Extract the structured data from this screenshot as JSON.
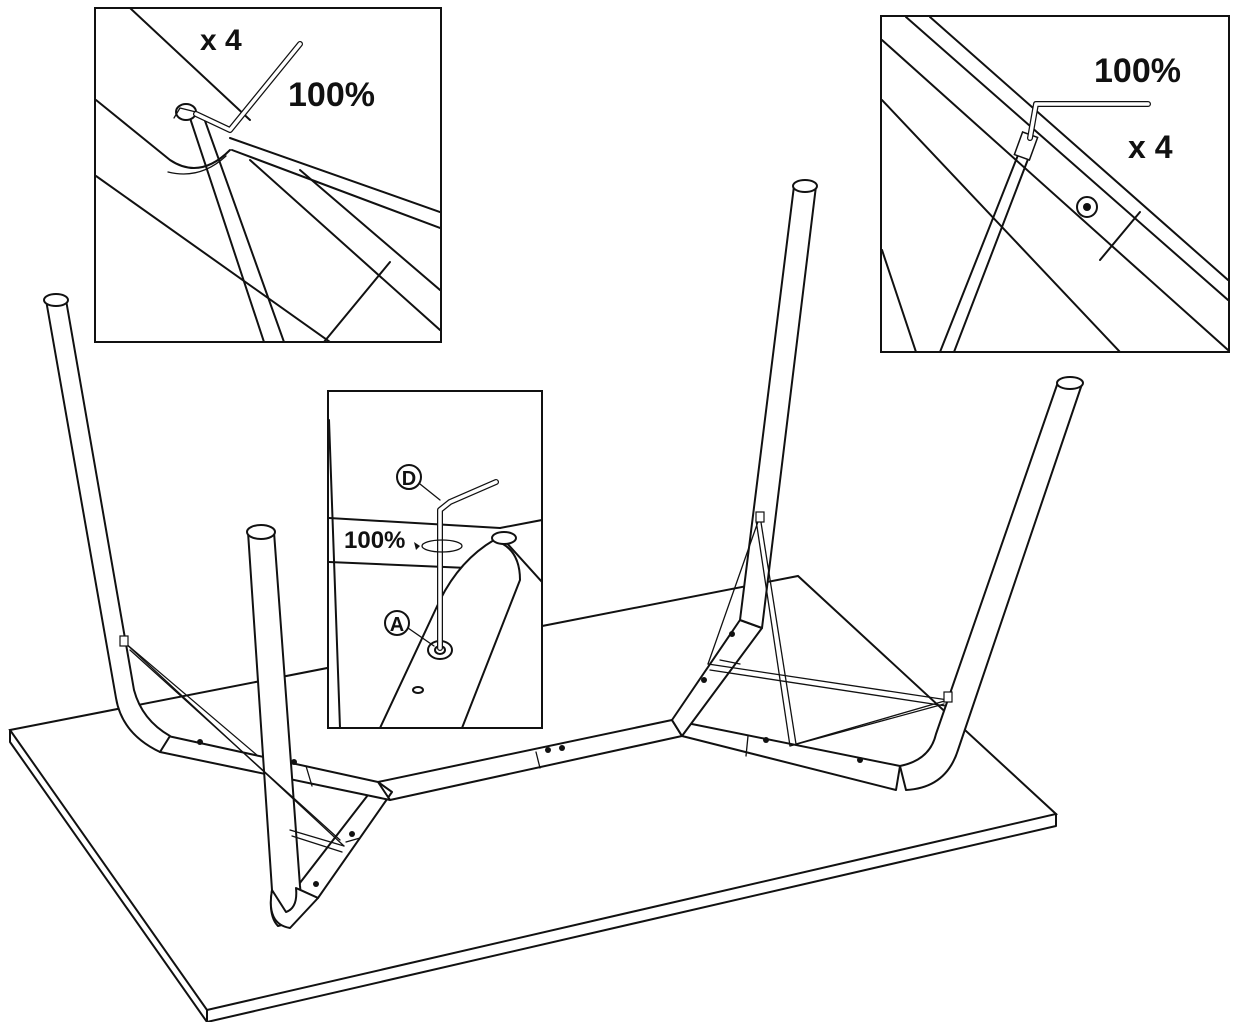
{
  "figure": {
    "callout_left": {
      "quantity": "x 4",
      "torque": "100%"
    },
    "callout_right": {
      "torque": "100%",
      "quantity": "x 4"
    },
    "callout_center": {
      "torque": "100%",
      "tool_label": "D",
      "part_label": "A"
    }
  },
  "colors": {
    "ink": "#111111",
    "paper": "#ffffff"
  },
  "icons": [
    "allen-key-icon",
    "rotation-arrow-icon",
    "bolt-icon"
  ]
}
